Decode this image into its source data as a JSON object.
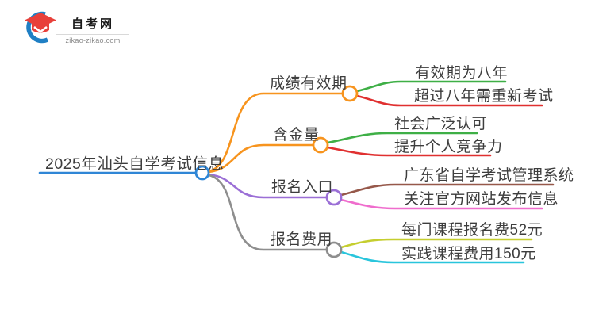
{
  "logo": {
    "brand": "自考网",
    "domain": "zikao-zikao.com",
    "icon_blue": "#1f7fc4",
    "icon_red": "#e8403a"
  },
  "mindmap": {
    "root": {
      "label": "2025年汕头自学考试信息",
      "color": "#2f86d6"
    },
    "branches": [
      {
        "label": "成绩有效期",
        "color": "#f7941e",
        "children": [
          {
            "label": "有效期为八年",
            "color": "#3eaf46"
          },
          {
            "label": "超过八年需重新考试",
            "color": "#e03030"
          }
        ]
      },
      {
        "label": "含金量",
        "color": "#f7941e",
        "children": [
          {
            "label": "社会广泛认可",
            "color": "#3eaf46"
          },
          {
            "label": "提升个人竞争力",
            "color": "#e03030"
          }
        ]
      },
      {
        "label": "报名入口",
        "color": "#9b6fd6",
        "children": [
          {
            "label": "广东省自学考试管理系统",
            "color": "#96584a"
          },
          {
            "label": "关注官方网站发布信息",
            "color": "#ef6dcd"
          }
        ]
      },
      {
        "label": "报名费用",
        "color": "#8e8e8e",
        "children": [
          {
            "label": "每门课程报名费52元",
            "color": "#c5ce2f"
          },
          {
            "label": "实践课程费用150元",
            "color": "#29c5dc"
          }
        ]
      }
    ]
  }
}
